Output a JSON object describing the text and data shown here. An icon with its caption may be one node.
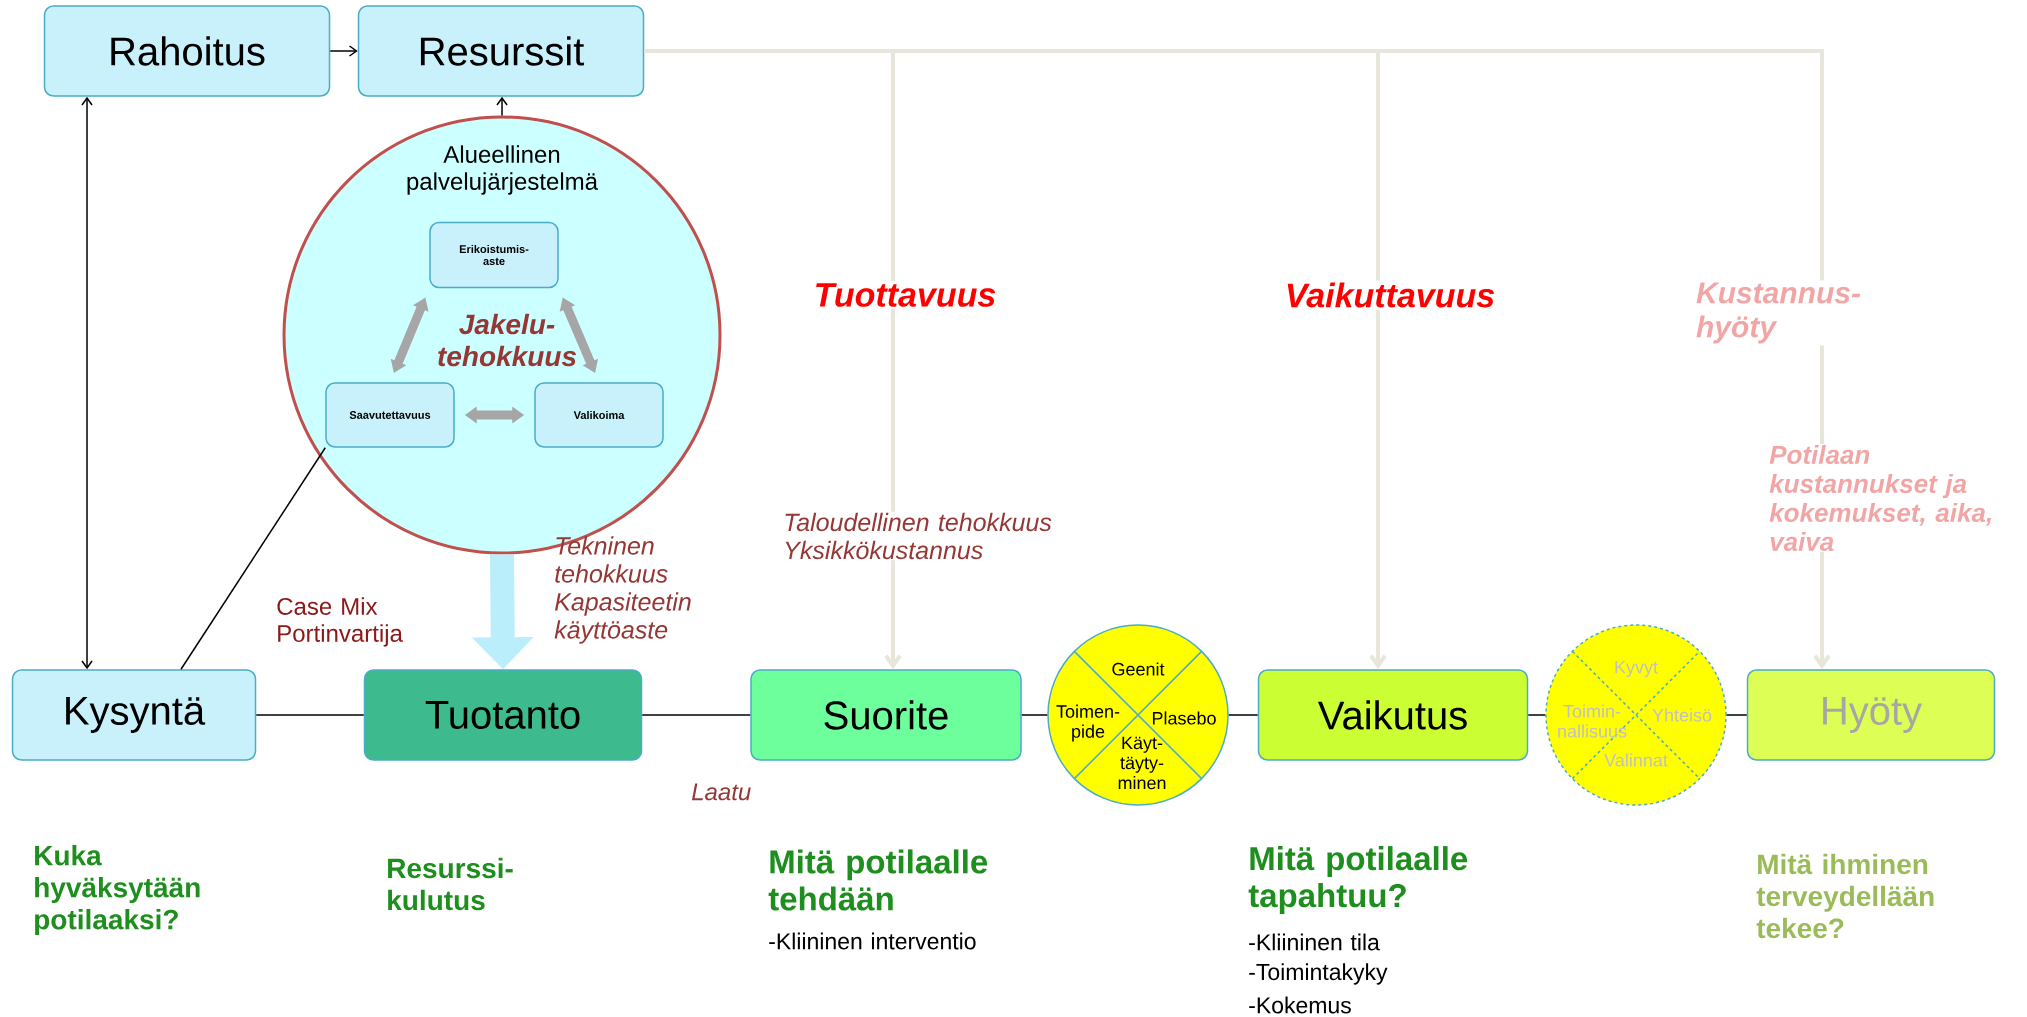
{
  "diagram": {
    "nodes": [
      {
        "text": [
          "Rahoitus"
        ]
      },
      {
        "text": [
          "Resurssit"
        ]
      },
      {
        "text": [
          "Alueellinen palvelujärjestelmä",
          "Jakelu- tehokkuus"
        ]
      },
      {
        "text": [
          "Erikoistumis- aste"
        ],
        "in": 2
      },
      {
        "text": [
          "Saavutettavuus"
        ],
        "in": 2
      },
      {
        "text": [
          "Valikoima"
        ],
        "in": 2
      },
      {
        "text": [
          "Kysyntä"
        ]
      },
      {
        "text": [
          "Tuotanto"
        ]
      },
      {
        "text": [
          "Suorite"
        ]
      },
      {
        "text": [
          "Geenit",
          "Toimen- pide",
          "Plasebo",
          "Käyt- täyty- minen"
        ]
      },
      {
        "text": [
          "Vaikutus"
        ]
      },
      {
        "text": [
          "Kyvyt",
          "Toimin- nallisuus",
          "Yhteisö",
          "Valinnat"
        ]
      },
      {
        "text": [
          "Hyöty"
        ]
      }
    ],
    "edges": [
      {
        "from": 0,
        "to": 1,
        "arrow": "to"
      },
      {
        "from": 6,
        "to": 0,
        "arrow": "both"
      },
      {
        "from": 2,
        "to": 1,
        "arrow": "to"
      },
      {
        "from": 1,
        "to": 8,
        "arrow": "to",
        "label": "Tuottavuus",
        "color": "#e8e5da"
      },
      {
        "from": 1,
        "to": 10,
        "arrow": "to",
        "label": "Vaikuttavuus",
        "color": "#e8e5da"
      },
      {
        "from": 1,
        "to": 12,
        "arrow": "to",
        "label": "Kustannus- hyöty",
        "color": "#e8e5da"
      },
      {
        "from": 6,
        "to": 4,
        "arrow": "none"
      },
      {
        "from": 3,
        "to": 4,
        "arrow": "both",
        "style": "thick",
        "color": "#a6a6a6"
      },
      {
        "from": 3,
        "to": 5,
        "arrow": "both",
        "style": "thick",
        "color": "#a6a6a6"
      },
      {
        "from": 4,
        "to": 5,
        "arrow": "both",
        "style": "thick",
        "color": "#a6a6a6"
      },
      {
        "from": 2,
        "to": 7,
        "arrow": "to",
        "style": "thick",
        "color": "#b9eefa"
      },
      {
        "from": 6,
        "to": 7,
        "arrow": "none"
      },
      {
        "from": 7,
        "to": 8,
        "arrow": "none"
      },
      {
        "from": 8,
        "to": 9,
        "arrow": "none"
      },
      {
        "from": 9,
        "to": 10,
        "arrow": "none"
      },
      {
        "from": 10,
        "to": 11,
        "arrow": "none"
      },
      {
        "from": 11,
        "to": 12,
        "arrow": "none"
      }
    ],
    "labels": [
      "Case Mix Portinvartija",
      "Tekninen tehokkuus Kapasiteetin käyttöaste",
      "Taloudellinen tehokkuus Yksikkökustannus",
      "Potilaan kustannukset ja kokemukset, aika, vaiva",
      "Laatu",
      "Kuka hyväksytään potilaaksi?",
      "Resurssi- kulutus",
      "Mitä potilaalle tehdään",
      "-Kliininen interventio",
      "Mitä potilaalle tapahtuu?",
      "-Kliininen tila",
      "-Toimintakyky",
      "-Kokemus",
      "Mitä ihminen terveydellään tekee?"
    ]
  }
}
